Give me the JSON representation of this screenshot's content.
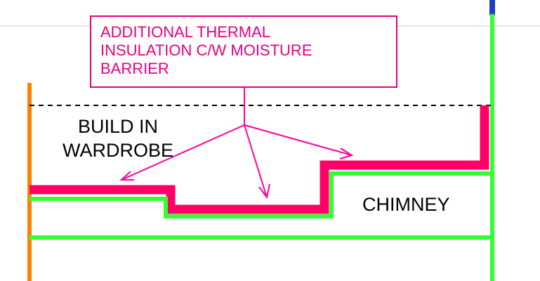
{
  "labels": {
    "callout": "ADDITIONAL THERMAL\nINSULATION C/W MOISTURE\nBARRIER",
    "wardrobe": "BUILD IN\nWARDROBE",
    "chimney": "CHIMNEY"
  },
  "colors": {
    "insulation": "#ff0066",
    "structure": "#33ff33",
    "wall_left": "#ff7f00",
    "callout": "#e6007e",
    "arrow": "#ff0099",
    "dashed_line": "#000000",
    "top_marker": "#1f3fbf",
    "top_rule": "#c8c8c8"
  }
}
